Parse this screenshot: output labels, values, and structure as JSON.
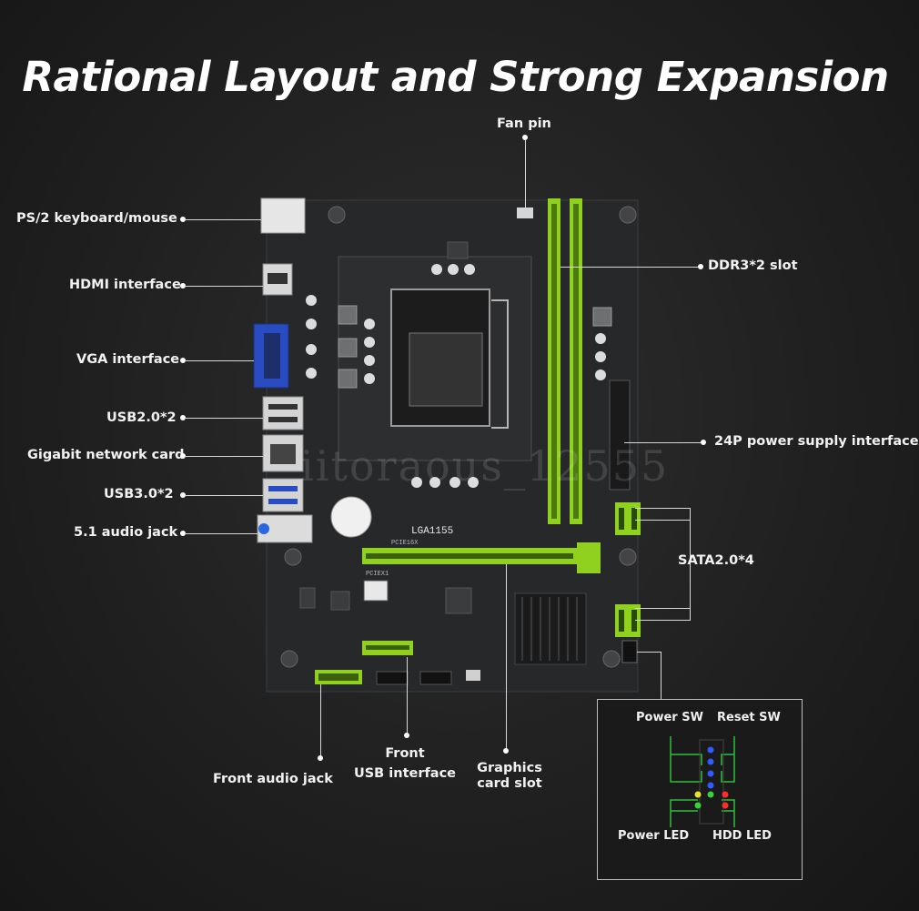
{
  "title": "Rational Layout and Strong Expansion",
  "watermark": "iitoraous_12555",
  "board": {
    "socket_label": "LGA1155",
    "pcie_x16_label": "PCIE16X",
    "pcie_x1_label": "PCIEX1",
    "colors": {
      "board": "#26282a",
      "slot_green": "#8fd11e",
      "dark_green": "#5b8f12",
      "connector": "#cfd2d4"
    }
  },
  "callouts": {
    "fan_pin": "Fan pin",
    "ps2": "PS/2 keyboard/mouse",
    "hdmi": "HDMI interface",
    "vga": "VGA interface",
    "usb2": "USB2.0*2",
    "gigabit": "Gigabit network card",
    "usb3": "USB3.0*2",
    "audio": "5.1 audio jack",
    "ddr3": "DDR3*2 slot",
    "power24": "24P power supply interface",
    "sata": "SATA2.0*4",
    "front_audio": "Front audio jack",
    "front_usb_line1": "Front",
    "front_usb_line2": "USB interface",
    "graphics_line1": "Graphics",
    "graphics_line2": "card slot"
  },
  "panel_header": {
    "power_sw": "Power SW",
    "reset_sw": "Reset SW",
    "power_led": "Power LED",
    "hdd_led": "HDD LED",
    "pin_colors": {
      "blue": "#2f5bff",
      "green": "#3ad13a",
      "red": "#ff2d2d",
      "yellow": "#e8e230"
    }
  }
}
